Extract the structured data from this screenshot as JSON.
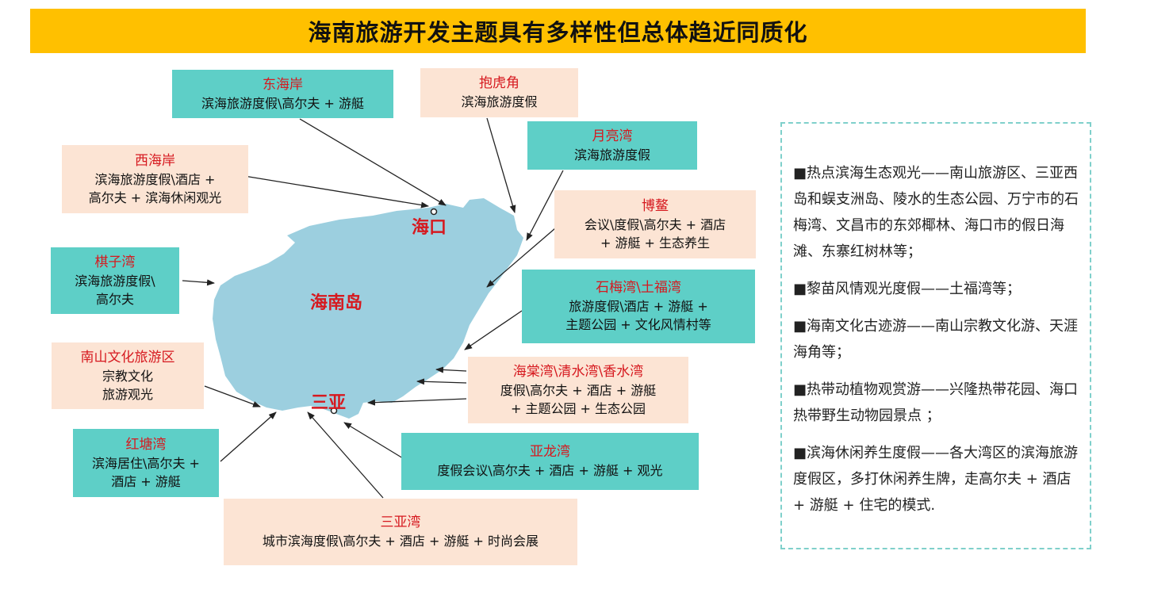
{
  "title": "海南旅游开发主题具有多样性但总体趋近同质化",
  "colors": {
    "accent": "#ffc000",
    "teal_box": "#5ecfc7",
    "peach_box": "#fce4d4",
    "name_red": "#d6191f",
    "island": "#9ccfdf"
  },
  "map": {
    "island_label": "海南岛",
    "haikou_label": "海口",
    "sanya_label": "三亚"
  },
  "regions": [
    {
      "name": "东海岸",
      "desc": "滨海旅游度假\\高尔夫 + 游艇"
    },
    {
      "name": "抱虎角",
      "desc": "滨海旅游度假"
    },
    {
      "name": "月亮湾",
      "desc": "滨海旅游度假"
    },
    {
      "name": "西海岸",
      "desc": "滨海旅游度假\\酒店 +\n高尔夫 + 滨海休闲观光"
    },
    {
      "name": "博鳌",
      "desc": "会议\\度假\\高尔夫 + 酒店\n+ 游艇 + 生态养生"
    },
    {
      "name": "棋子湾",
      "desc": "滨海旅游度假\\\n高尔夫"
    },
    {
      "name": "石梅湾\\土福湾",
      "desc": "旅游度假\\酒店 + 游艇 +\n主题公园 + 文化风情村等"
    },
    {
      "name": "南山文化旅游区",
      "desc": "宗教文化\n旅游观光"
    },
    {
      "name": "海棠湾\\清水湾\\香水湾",
      "desc": "度假\\高尔夫 + 酒店 + 游艇\n+ 主题公园 + 生态公园"
    },
    {
      "name": "红塘湾",
      "desc": "滨海居住\\高尔夫 +\n酒店 + 游艇"
    },
    {
      "name": "亚龙湾",
      "desc": "度假会议\\高尔夫 + 酒店 + 游艇 + 观光"
    },
    {
      "name": "三亚湾",
      "desc": "城市滨海度假\\高尔夫 + 酒店 + 游艇 + 时尚会展"
    }
  ],
  "info_items": [
    "■热点滨海生态观光——南山旅游区、三亚西岛和蜈支洲岛、陵水的生态公园、万宁市的石梅湾、文昌市的东郊椰林、海口市的假日海滩、东寨红树林等；",
    "■黎苗风情观光度假——土福湾等；",
    "■海南文化古迹游——南山宗教文化游、天涯海角等；",
    "■热带动植物观赏游——兴隆热带花园、海口热带野生动物园景点 ；",
    "■滨海休闲养生度假——各大湾区的滨海旅游度假区，多打休闲养生牌，走高尔夫 + 酒店 + 游艇 + 住宅的模式."
  ]
}
